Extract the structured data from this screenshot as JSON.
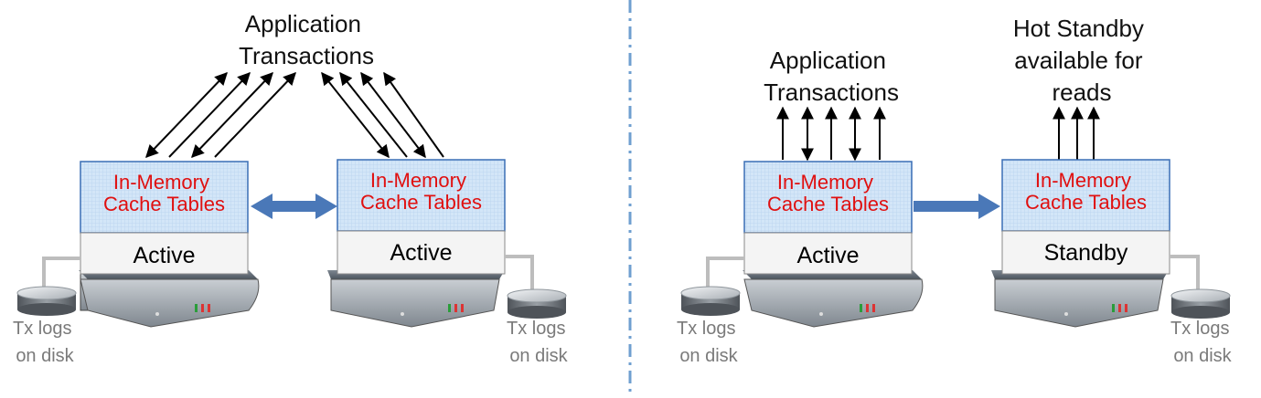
{
  "left_panel": {
    "heading_lines": [
      "Application",
      "Transactions"
    ],
    "server_a": {
      "cache_lines": [
        "In-Memory",
        "Cache Tables"
      ],
      "role": "Active"
    },
    "server_b": {
      "cache_lines": [
        "In-Memory",
        "Cache Tables"
      ],
      "role": "Active"
    },
    "disk_a": {
      "lines": [
        "Tx logs",
        "on disk"
      ]
    },
    "disk_b": {
      "lines": [
        "Tx logs",
        "on disk"
      ]
    }
  },
  "right_panel": {
    "heading_lines": [
      "Application",
      "Transactions"
    ],
    "standby_heading_lines": [
      "Hot Standby",
      "available for",
      "reads"
    ],
    "server_a": {
      "cache_lines": [
        "In-Memory",
        "Cache Tables"
      ],
      "role": "Active"
    },
    "server_b": {
      "cache_lines": [
        "In-Memory",
        "Cache Tables"
      ],
      "role": "Standby"
    },
    "disk_a": {
      "lines": [
        "Tx logs",
        "on disk"
      ]
    },
    "disk_b": {
      "lines": [
        "Tx logs",
        "on disk"
      ]
    }
  },
  "colors": {
    "cache_fill": "#cfe3f7",
    "cache_border": "#3a6fb5",
    "cache_text": "#e01010",
    "replication_arrow": "#4a78b8",
    "divider": "#6f9fd0",
    "disk_label": "#7a7a7a"
  }
}
